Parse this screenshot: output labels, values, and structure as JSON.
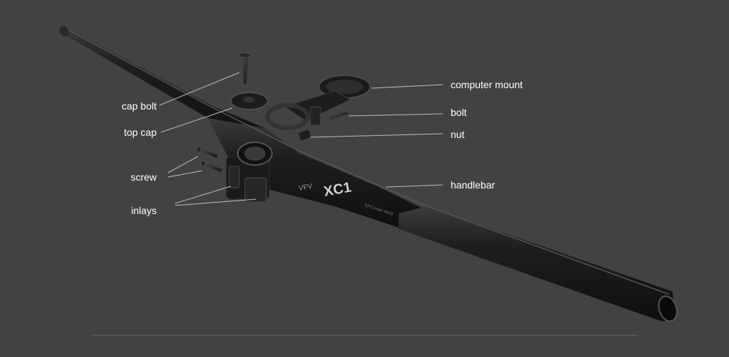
{
  "labels": {
    "cap_bolt": "cap bolt",
    "top_cap": "top cap",
    "screw": "screw",
    "inlays": "inlays",
    "computer_mount": "computer mount",
    "bolt": "bolt",
    "nut": "nut",
    "handlebar": "handlebar"
  },
  "bar_print": {
    "brand": "VFV",
    "model": "XC1",
    "fine_print": "EP2 Inner Mold"
  },
  "colors": {
    "background": "#424242",
    "part": "#1b1b1b",
    "part_highlight": "#3a3a3a",
    "leader_line": "#bdbdbd",
    "label_text": "#ffffff"
  }
}
